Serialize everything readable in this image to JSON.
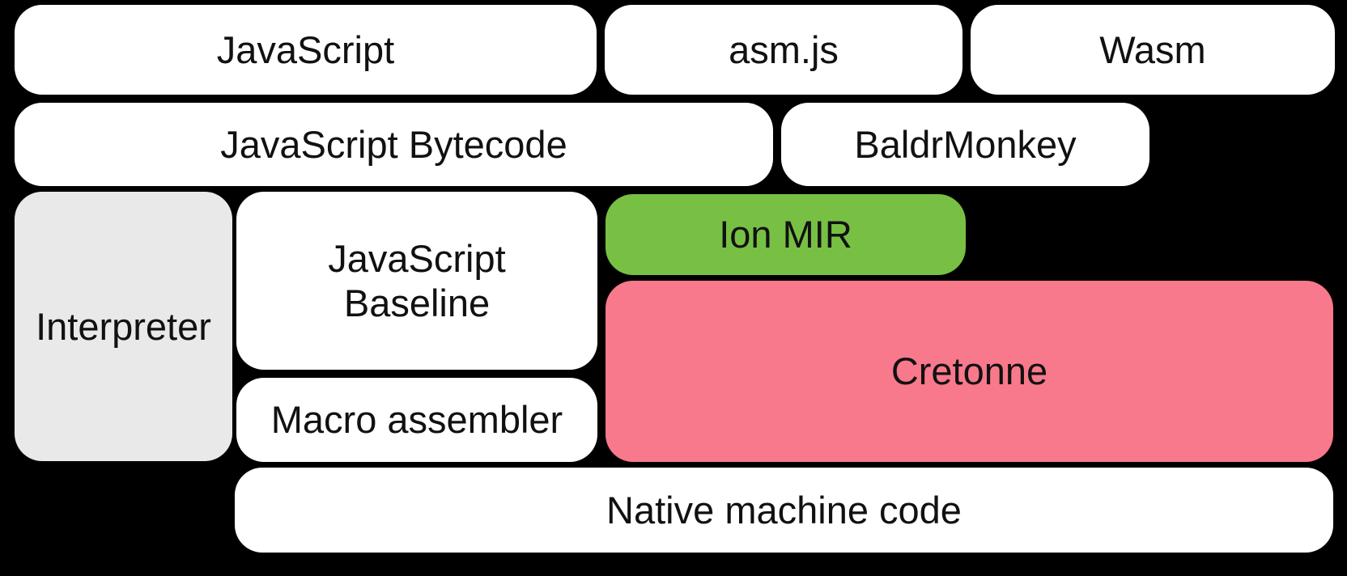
{
  "diagram": {
    "title": "SpiderMonkey compilation pipeline diagram",
    "background": "#000000",
    "colors": {
      "box_default": "#ffffff",
      "box_muted": "#e9e9e9",
      "box_green": "#77c044",
      "box_pink": "#f8798b",
      "text": "#111111"
    },
    "boxes": [
      {
        "id": "javascript",
        "label": "JavaScript",
        "color": "#ffffff"
      },
      {
        "id": "asmjs",
        "label": "asm.js",
        "color": "#ffffff"
      },
      {
        "id": "wasm",
        "label": "Wasm",
        "color": "#ffffff"
      },
      {
        "id": "javascript-bytecode",
        "label": "JavaScript Bytecode",
        "color": "#ffffff"
      },
      {
        "id": "baldrmonkey",
        "label": "BaldrMonkey",
        "color": "#ffffff"
      },
      {
        "id": "interpreter",
        "label": "Interpreter",
        "color": "#e9e9e9"
      },
      {
        "id": "javascript-baseline",
        "label": "JavaScript\nBaseline",
        "color": "#ffffff"
      },
      {
        "id": "ion-mir",
        "label": "Ion MIR",
        "color": "#77c044"
      },
      {
        "id": "cretonne",
        "label": "Cretonne",
        "color": "#f8798b"
      },
      {
        "id": "macro-assembler",
        "label": "Macro assembler",
        "color": "#ffffff"
      },
      {
        "id": "native-machine-code",
        "label": "Native machine code",
        "color": "#ffffff"
      }
    ]
  }
}
